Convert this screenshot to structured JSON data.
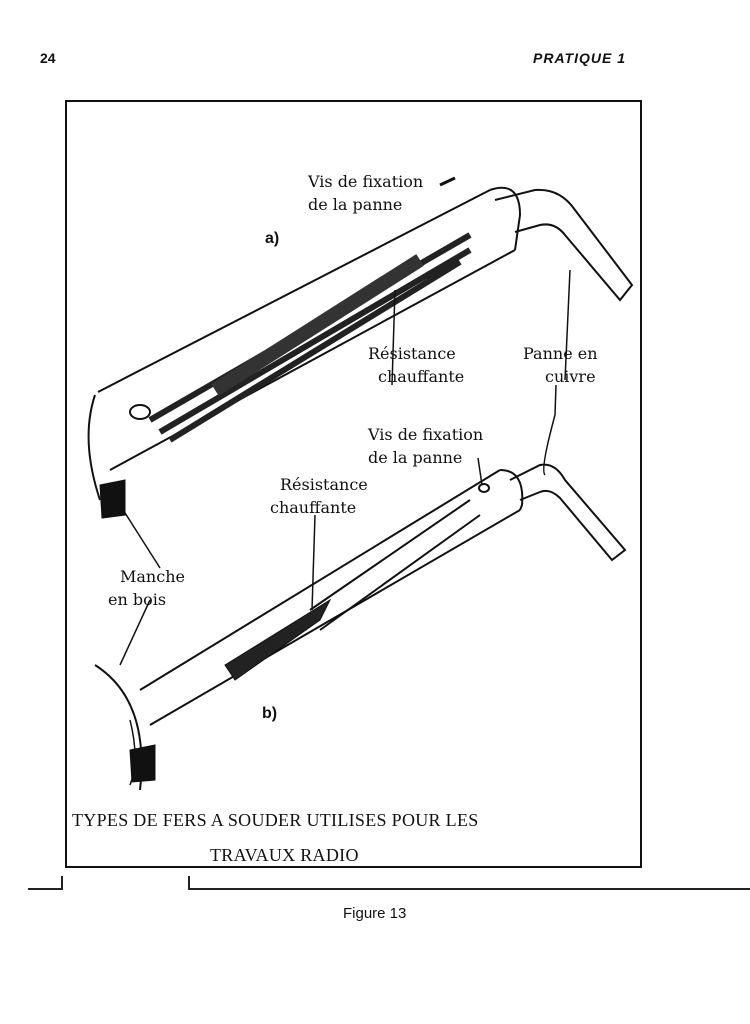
{
  "header": {
    "page_number": "24",
    "running_title": "PRATIQUE 1"
  },
  "figure": {
    "a": {
      "tag": "a)",
      "screw_label": [
        "Vis de fixation",
        "de la panne"
      ],
      "resistor_label": [
        "Résistance",
        "chauffante"
      ],
      "tip_label": [
        "Panne en",
        "cuivre"
      ]
    },
    "b": {
      "tag": "b)",
      "screw_label": [
        "Vis de fixation",
        "de la panne"
      ],
      "resistor_label": [
        "Résistance",
        "chauffante"
      ],
      "handle_label": [
        "Manche",
        "en bois"
      ]
    },
    "caption": [
      "TYPES DE FERS A SOUDER UTILISES POUR LES",
      "TRAVAUX RADIO"
    ],
    "number": "Figure 13"
  }
}
